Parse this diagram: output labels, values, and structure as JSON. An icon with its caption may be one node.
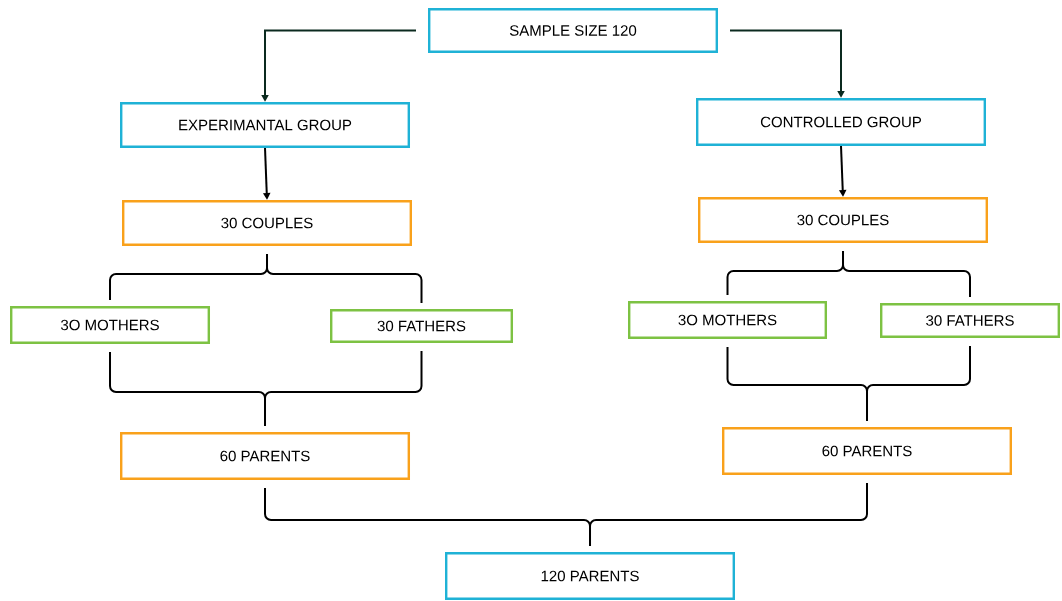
{
  "diagram": {
    "nodes": [
      {
        "text": [
          "SAMPLE SIZE 120"
        ]
      },
      {
        "text": [
          "EXPERIMANTAL GROUP"
        ]
      },
      {
        "text": [
          "CONTROLLED GROUP"
        ]
      },
      {
        "text": [
          "30 COUPLES"
        ]
      },
      {
        "text": [
          "30 COUPLES"
        ]
      },
      {
        "text": [
          "3O MOTHERS"
        ]
      },
      {
        "text": [
          "30 FATHERS"
        ]
      },
      {
        "text": [
          "3O MOTHERS"
        ]
      },
      {
        "text": [
          "30 FATHERS"
        ]
      },
      {
        "text": [
          "60 PARENTS"
        ]
      },
      {
        "text": [
          "60 PARENTS"
        ]
      },
      {
        "text": [
          "120 PARENTS"
        ]
      }
    ],
    "edges": [
      {
        "from": 0,
        "to": 1,
        "arrow": "to",
        "color": "#0b2a1f"
      },
      {
        "from": 0,
        "to": 2,
        "arrow": "to",
        "color": "#0b2a1f"
      },
      {
        "from": 1,
        "to": 3,
        "arrow": "to"
      },
      {
        "from": 2,
        "to": 4,
        "arrow": "to"
      },
      {
        "from": 3,
        "to": 5,
        "arrow": "none"
      },
      {
        "from": 3,
        "to": 6,
        "arrow": "none"
      },
      {
        "from": 4,
        "to": 7,
        "arrow": "none"
      },
      {
        "from": 4,
        "to": 8,
        "arrow": "none"
      },
      {
        "from": 5,
        "to": 9,
        "arrow": "none"
      },
      {
        "from": 6,
        "to": 9,
        "arrow": "none"
      },
      {
        "from": 7,
        "to": 10,
        "arrow": "none"
      },
      {
        "from": 8,
        "to": 10,
        "arrow": "none"
      },
      {
        "from": 9,
        "to": 11,
        "arrow": "none"
      },
      {
        "from": 10,
        "to": 11,
        "arrow": "none"
      }
    ]
  }
}
